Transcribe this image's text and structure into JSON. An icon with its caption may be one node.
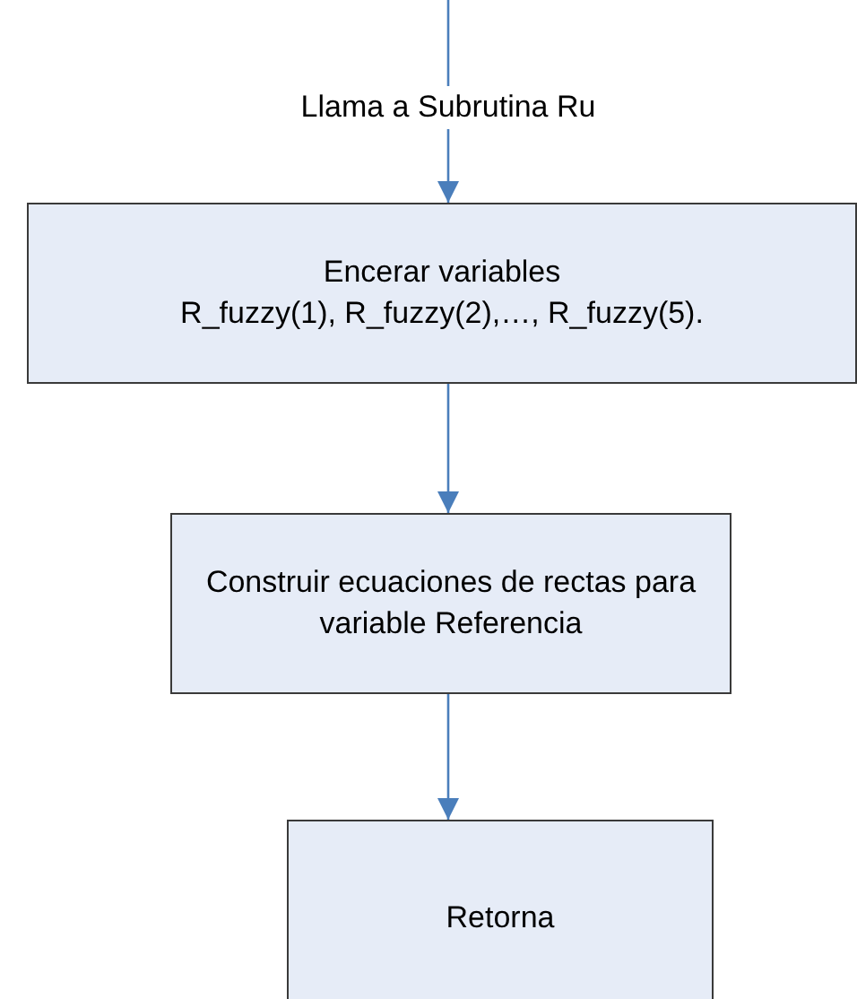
{
  "diagram": {
    "nodes": [
      {
        "text": [
          "Encerar variables",
          "R_fuzzy(1), R_fuzzy(2),…, R_fuzzy(5)."
        ]
      },
      {
        "text": [
          "Construir ecuaciones de rectas para variable Referencia"
        ]
      },
      {
        "text": [
          "Retorna"
        ]
      }
    ],
    "edges": [
      {
        "from": null,
        "to": 0,
        "arrow": "to",
        "label": "Llama a Subrutina Ru"
      },
      {
        "from": 0,
        "to": 1,
        "arrow": "to"
      },
      {
        "from": 1,
        "to": 2,
        "arrow": "to"
      }
    ]
  }
}
